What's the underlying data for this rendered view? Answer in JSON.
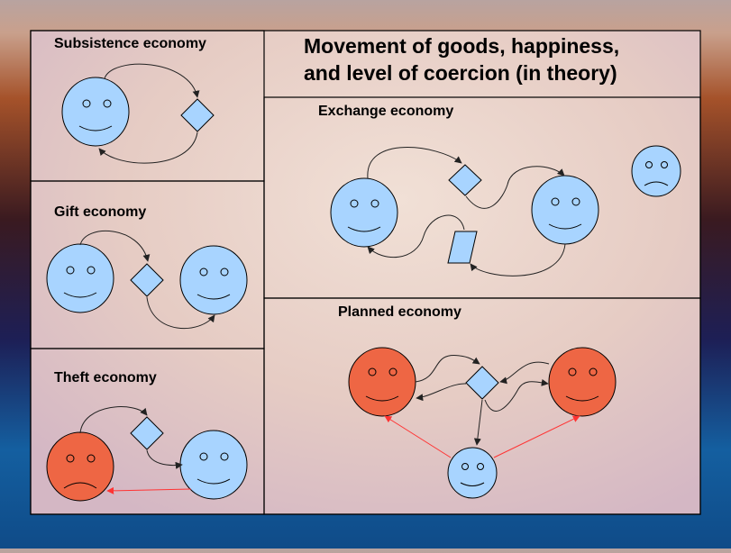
{
  "title": {
    "line1": "Movement of goods, happiness,",
    "line2": "and level of coercion (in theory)"
  },
  "panels": {
    "subsistence": {
      "label": "Subsistence economy"
    },
    "gift": {
      "label": "Gift economy"
    },
    "theft": {
      "label": "Theft economy"
    },
    "exchange": {
      "label": "Exchange economy"
    },
    "planned": {
      "label": "Planned economy"
    }
  },
  "colors": {
    "happy_face": "#a8d4ff",
    "coerced_face": "#ee6644",
    "goods": "#a8d4ff",
    "coercion_arrow": "#ff3333",
    "goods_flow": "#333333"
  }
}
